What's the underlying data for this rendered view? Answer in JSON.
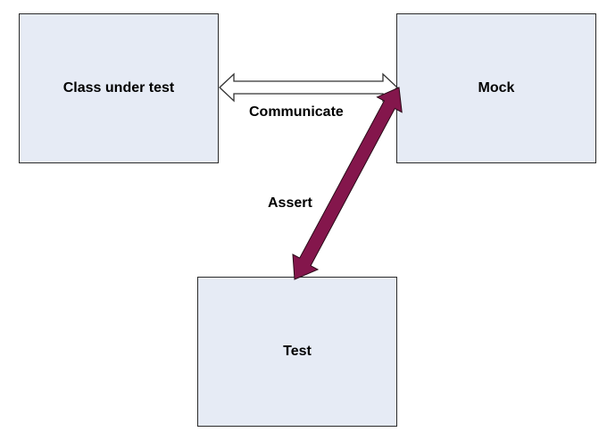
{
  "nodes": {
    "class_under_test": "Class under test",
    "mock": "Mock",
    "test": "Test"
  },
  "edges": {
    "communicate": "Communicate",
    "assert": "Assert"
  },
  "colors": {
    "box_fill": "#e6ebf5",
    "box_border": "#2b2b2b",
    "communicate_arrow_fill": "#ffffff",
    "assert_arrow_fill": "#84164c"
  }
}
